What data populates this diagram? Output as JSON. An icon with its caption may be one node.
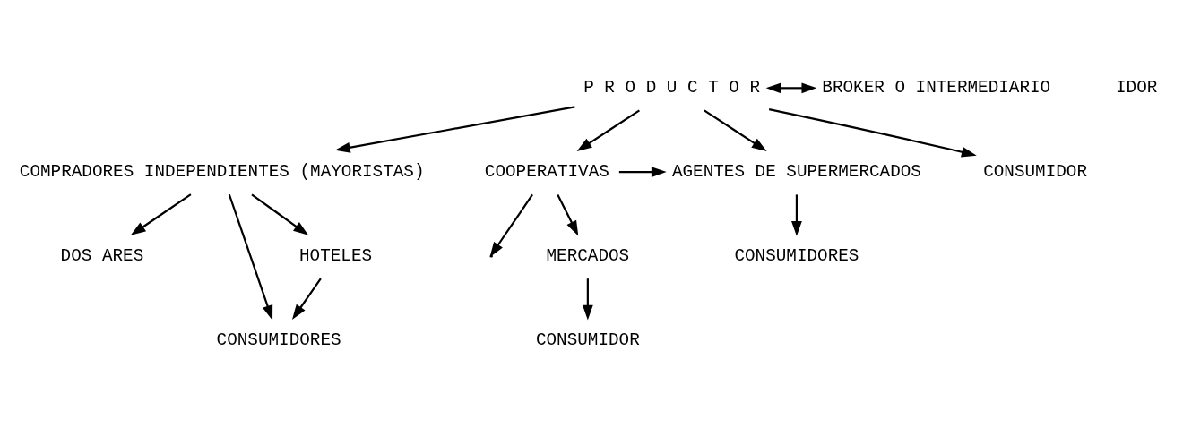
{
  "diagram": {
    "nodes": [
      {
        "text": [
          "P R O D U C T O R"
        ]
      },
      {
        "text": [
          "BROKER O INTERMEDIARIO"
        ]
      },
      {
        "text": [
          "COMPRADORES INDEPENDIENTES (MAYORISTAS)"
        ]
      },
      {
        "text": [
          "AGENTES DE SUPERMERCADOS"
        ]
      },
      {
        "text": [
          "COOPERATIVAS"
        ]
      },
      {
        "text": [
          "CONSUMIDOR"
        ]
      },
      {
        "text": [
          "DOS ARES"
        ]
      },
      {
        "text": [
          "CONSUMIDORES"
        ]
      },
      {
        "text": [
          "HOTELES"
        ]
      },
      {
        "text": [
          "CONSUMIDORES"
        ]
      },
      {
        "text": [
          "MERCADOS"
        ]
      },
      {
        "text": [
          "CONSUMIDOR"
        ]
      }
    ],
    "edges": [
      {
        "from": 0,
        "to": 1,
        "arrow": "both"
      },
      {
        "from": 0,
        "to": 2,
        "arrow": "to"
      },
      {
        "from": 0,
        "to": 3,
        "arrow": "to"
      },
      {
        "from": 0,
        "to": 4,
        "arrow": "to"
      },
      {
        "from": 0,
        "to": 5,
        "arrow": "to"
      },
      {
        "from": 2,
        "to": 6,
        "arrow": "to"
      },
      {
        "from": 2,
        "to": 7,
        "arrow": "to"
      },
      {
        "from": 2,
        "to": 8,
        "arrow": "to"
      },
      {
        "from": 8,
        "to": 7,
        "arrow": "to"
      },
      {
        "from": 3,
        "to": 9,
        "arrow": "to"
      },
      {
        "from": 4,
        "to": 3,
        "arrow": "to"
      },
      {
        "from": 4,
        "to": null,
        "arrow": "to"
      },
      {
        "from": 4,
        "to": 10,
        "arrow": "to"
      },
      {
        "from": 10,
        "to": 11,
        "arrow": "to"
      }
    ],
    "labels": [
      "IDOR"
    ]
  }
}
